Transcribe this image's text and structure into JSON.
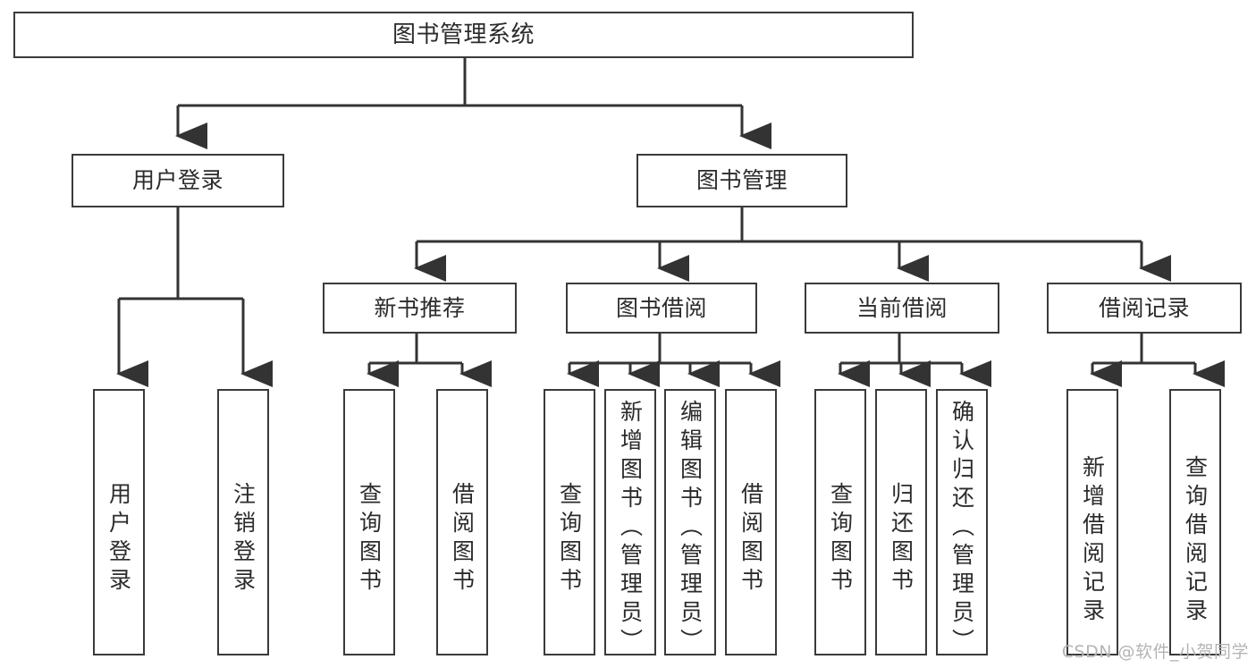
{
  "diagram": {
    "title": "图书管理系统",
    "type": "tree-hierarchy",
    "watermark": "CSDN @软件_小贺同学",
    "colors": {
      "box_border": "#3a3a3a",
      "box_fill": "#ffffff",
      "connector": "#333333",
      "text": "#2b2b2b",
      "watermark": "#b4b4b4",
      "background": "#ffffff"
    }
  },
  "nodes": {
    "root": {
      "label": "图书管理系统"
    },
    "level2": [
      {
        "id": "user-login",
        "label": "用户登录"
      },
      {
        "id": "book-manage",
        "label": "图书管理"
      }
    ],
    "level3": [
      {
        "id": "new-book-recommend",
        "label": "新书推荐"
      },
      {
        "id": "book-borrow",
        "label": "图书借阅"
      },
      {
        "id": "current-borrow",
        "label": "当前借阅"
      },
      {
        "id": "borrow-record",
        "label": "借阅记录"
      }
    ],
    "leaves": {
      "user-login": [
        {
          "id": "leaf-user-login",
          "label": "用户登录"
        },
        {
          "id": "leaf-logout",
          "label": "注销登录"
        }
      ],
      "new-book-recommend": [
        {
          "id": "leaf-query-book-1",
          "label": "查询图书"
        },
        {
          "id": "leaf-borrow-book-1",
          "label": "借阅图书"
        }
      ],
      "book-borrow": [
        {
          "id": "leaf-query-book-2",
          "label": "查询图书"
        },
        {
          "id": "leaf-add-book",
          "label": "新增图书（管理员）"
        },
        {
          "id": "leaf-edit-book",
          "label": "编辑图书（管理员）"
        },
        {
          "id": "leaf-borrow-book-2",
          "label": "借阅图书"
        }
      ],
      "current-borrow": [
        {
          "id": "leaf-query-book-3",
          "label": "查询图书"
        },
        {
          "id": "leaf-return-book",
          "label": "归还图书"
        },
        {
          "id": "leaf-confirm-return",
          "label": "确认归还（管理员）"
        }
      ],
      "borrow-record": [
        {
          "id": "leaf-add-record",
          "label": "新增借阅记录"
        },
        {
          "id": "leaf-query-record",
          "label": "查询借阅记录"
        }
      ]
    }
  }
}
